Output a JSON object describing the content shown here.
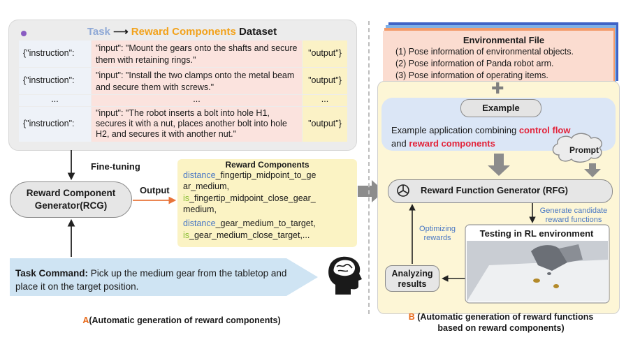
{
  "dataset": {
    "title_task": "Task",
    "title_arrow": "⟶",
    "title_reward": "Reward Components",
    "title_dataset": "Dataset",
    "rows": [
      {
        "instruction": "{\"instruction\":",
        "input": "\"input\": \"Mount the gears onto the shafts and secure them with retaining rings.\"",
        "output": "\"output\"}"
      },
      {
        "instruction": "{\"instruction\":",
        "input": "\"input\": \"Install the two clamps onto the metal beam and secure them with screws.\"",
        "output": "\"output\"}"
      },
      {
        "instruction": "...",
        "input": "...",
        "output": "..."
      },
      {
        "instruction": "{\"instruction\":",
        "input": "\"input\": \"The robot inserts a bolt into hole H1, secures it with a nut, places another bolt into hole H2, and secures it with another nut.\"",
        "output": "\"output\"}"
      }
    ]
  },
  "left": {
    "fine_tuning": "Fine-tuning",
    "rcg_line1": "Reward Component",
    "rcg_line2": "Generator(RCG)",
    "output": "Output",
    "rc_title": "Reward Components",
    "rc_lines": [
      {
        "a": "distance",
        "b": "_fingertip_midpoint_to_ge"
      },
      {
        "a": "",
        "b": "ar_medium,"
      },
      {
        "a": "is",
        "b": "_fingertip_midpoint_close_gear_"
      },
      {
        "a": "",
        "b": "medium,"
      },
      {
        "a": "distance",
        "b": "_gear_medium_to_target,"
      },
      {
        "a": "is",
        "b": "_gear_medium_close_target,..."
      }
    ],
    "task_cmd_label": "Task Command:",
    "task_cmd_text": " Pick up the medium gear from the tabletop and place it on the target position."
  },
  "right": {
    "env_title": "Environmental File",
    "env_lines": [
      "(1) Pose information of environmental objects.",
      "(2) Pose information of  Panda robot arm.",
      "(3) Pose information of operating items."
    ],
    "plus": "✚",
    "example_title": "Example",
    "example_text_1": "Example application combining ",
    "example_cf": "control flow",
    "example_and": "and ",
    "example_rc": "reward components",
    "prompt": "Prompt",
    "rfg": "Reward Function Generator (RFG)",
    "generate": "Generate candidate reward functions",
    "optimize": "Optimizing rewards",
    "testing": "Testing in RL environment",
    "analyze_1": "Analyzing",
    "analyze_2": "results"
  },
  "captions": {
    "a_letter": "A",
    "a_text": "(Automatic generation of reward components)",
    "b_letter": "B",
    "b_text_1": " (Automatic generation of reward functions",
    "b_text_2": "based on reward components)"
  },
  "colors": {
    "task": "#8fa9d6",
    "reward": "#f2a21b",
    "blue_text": "#4a78c4",
    "green_text": "#8fbf3a",
    "red_text": "#e2233a"
  }
}
